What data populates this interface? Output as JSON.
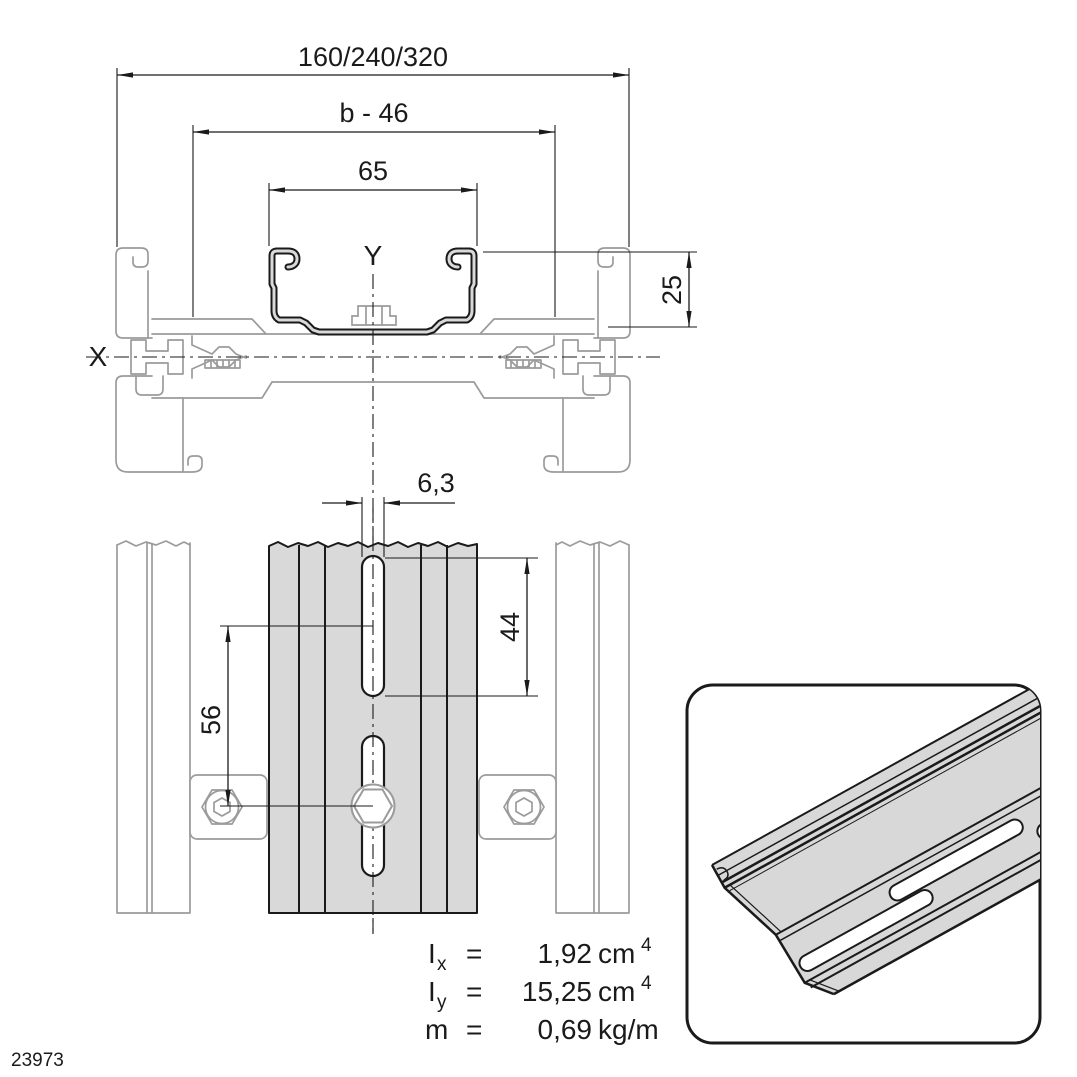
{
  "figure_number": "23973",
  "colors": {
    "line_black": "#1a1a1a",
    "line_gray": "#9b9b9b",
    "rail_fill_gray": "#d9d9d9",
    "iso_fill_gray": "#d8d8d8"
  },
  "cross_section_view": {
    "dim_overall_lengths": "160/240/320",
    "dim_hole_pitch": "b - 46",
    "dim_rail_width": "65",
    "dim_rail_height": "25",
    "axis_x_label": "X",
    "axis_y_label": "Y"
  },
  "top_view": {
    "dim_slot_width": "6,3",
    "dim_slot_length": "44",
    "dim_slot_to_bolt": "56"
  },
  "properties": [
    {
      "symbol": "I",
      "sub": "x",
      "eq": "=",
      "value": "1,92",
      "unit": "cm",
      "exp": "4"
    },
    {
      "symbol": "I",
      "sub": "y",
      "eq": "=",
      "value": "15,25",
      "unit": "cm",
      "exp": "4"
    },
    {
      "symbol": "m",
      "sub": "",
      "eq": "=",
      "value": "0,69",
      "unit": "kg/m",
      "exp": ""
    }
  ]
}
